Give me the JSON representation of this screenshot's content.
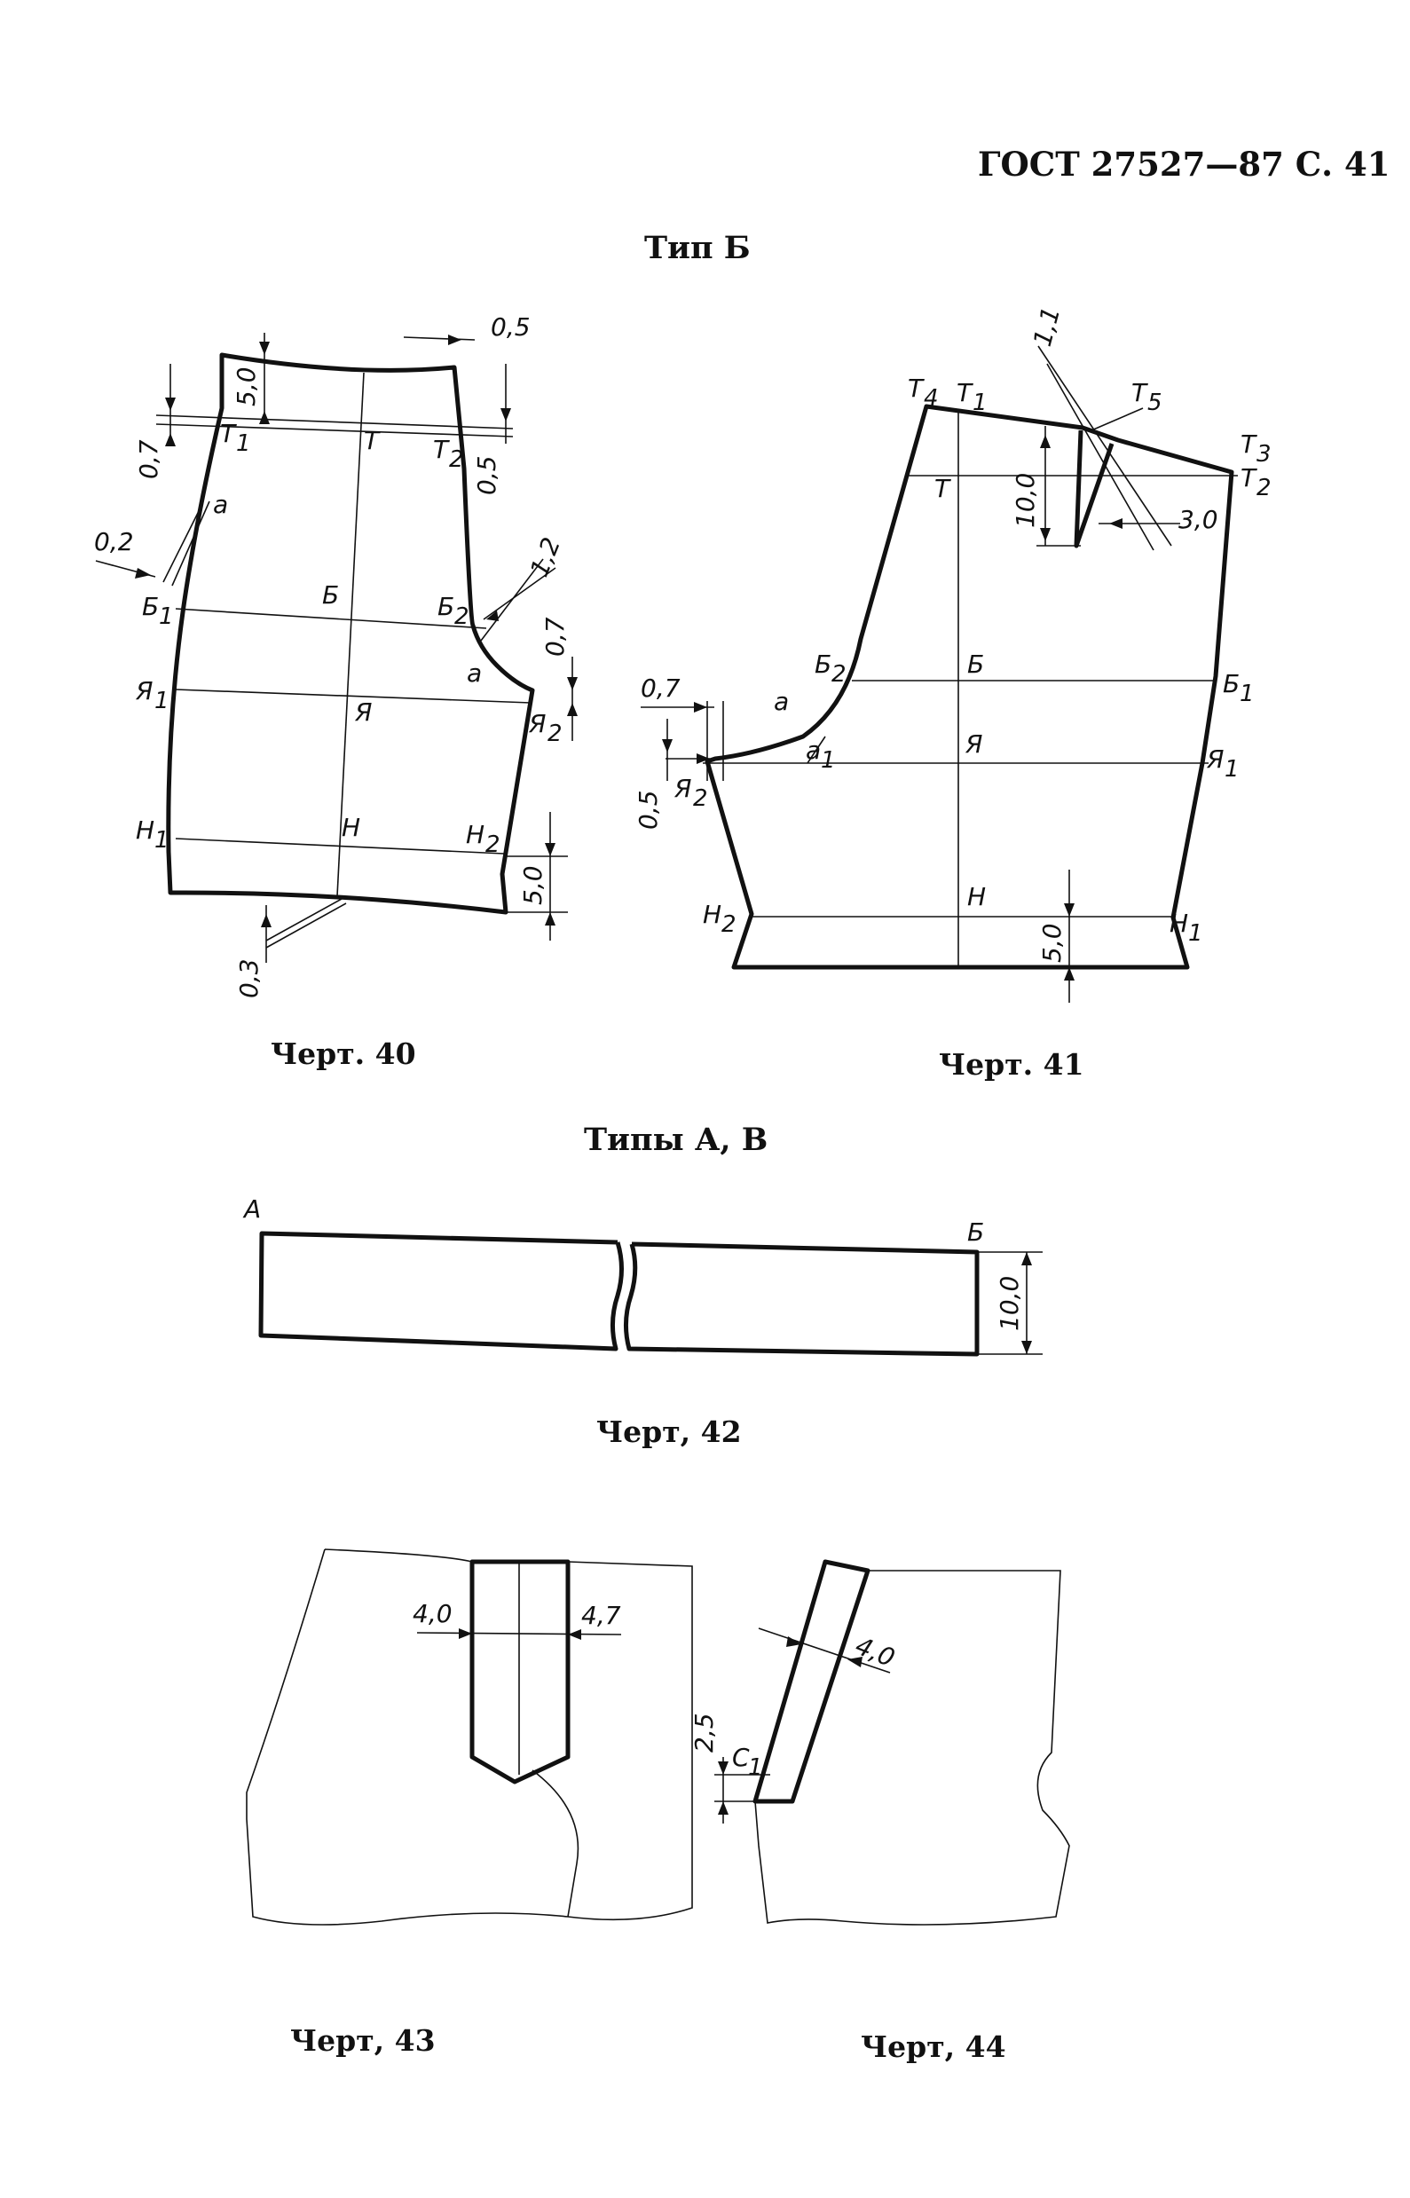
{
  "header": {
    "standard": "ГОСТ 27527—87 С. 41"
  },
  "sections": {
    "type_b": "Тип Б",
    "types_a_v": "Типы А, В"
  },
  "figures": {
    "f40": {
      "caption": "Черт. 40",
      "labels": {
        "t": "Т",
        "t1": "Т",
        "t2": "Т",
        "b": "Б",
        "b1": "Б",
        "b2": "Б",
        "ya": "Я",
        "ya1": "Я",
        "ya2": "Я",
        "n": "Н",
        "n1": "Н",
        "n2": "Н",
        "a_left": "а",
        "a_right": "а"
      },
      "subs": {
        "t1": "1",
        "t2": "2",
        "b1": "1",
        "b2": "2",
        "ya1": "1",
        "ya2": "2",
        "n1": "1",
        "n2": "2"
      },
      "dims": {
        "d05_top": "0,5",
        "d50_top": "5,0",
        "d07_left": "0,7",
        "d05_right": "0,5",
        "d02": "0,2",
        "d12": "1,2",
        "d07_right": "0,7",
        "d50_bottom": "5,0",
        "d03": "0,3"
      }
    },
    "f41": {
      "caption": "Черт. 41",
      "labels": {
        "t": "Т",
        "t1": "Т",
        "t2": "Т",
        "t3": "Т",
        "t4": "Т",
        "t5": "Т",
        "b": "Б",
        "b1": "Б",
        "b2": "Б",
        "ya": "Я",
        "ya1": "Я",
        "ya2": "Я",
        "n": "Н",
        "n1": "Н",
        "n2": "Н",
        "a": "а",
        "a1": "а"
      },
      "subs": {
        "t1": "1",
        "t2": "2",
        "t3": "3",
        "t4": "4",
        "t5": "5",
        "b1": "1",
        "b2": "2",
        "ya1": "1",
        "ya2": "2",
        "n1": "1",
        "n2": "2",
        "a1": "1"
      },
      "dims": {
        "d11": "1,1",
        "d100": "10,0",
        "d30": "3,0",
        "d07": "0,7",
        "d05": "0,5",
        "d50": "5,0"
      }
    },
    "f42": {
      "caption": "Черт, 42",
      "labels": {
        "a": "А",
        "b": "Б"
      },
      "dims": {
        "d100": "10,0"
      }
    },
    "f43": {
      "caption": "Черт, 43",
      "dims": {
        "d40": "4,0",
        "d47": "4,7"
      }
    },
    "f44": {
      "caption": "Черт, 44",
      "labels": {
        "c": "С"
      },
      "subs": {
        "c": "1"
      },
      "dims": {
        "d25": "2,5",
        "d40": "4,0"
      }
    }
  }
}
